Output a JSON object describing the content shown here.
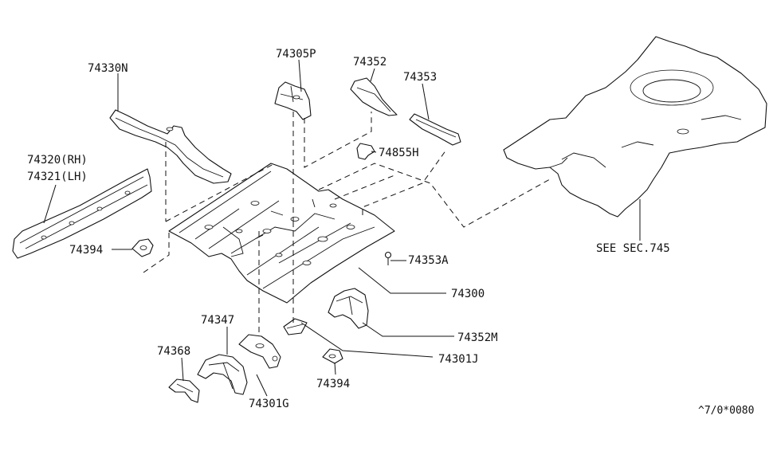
{
  "labels": {
    "p74330N": "74330N",
    "p74305P": "74305P",
    "p74352": "74352",
    "p74353": "74353",
    "p74855H": "74855H",
    "p74320": "74320(RH)",
    "p74321": "74321(LH)",
    "p74394a": "74394",
    "p74353A": "74353A",
    "p74300": "74300",
    "p74352M": "74352M",
    "p74301J": "74301J",
    "p74347": "74347",
    "p74368": "74368",
    "p74301G": "74301G",
    "p74394b": "74394",
    "see_section": "SEE SEC.745"
  },
  "ref_code": "^7/0*0080"
}
